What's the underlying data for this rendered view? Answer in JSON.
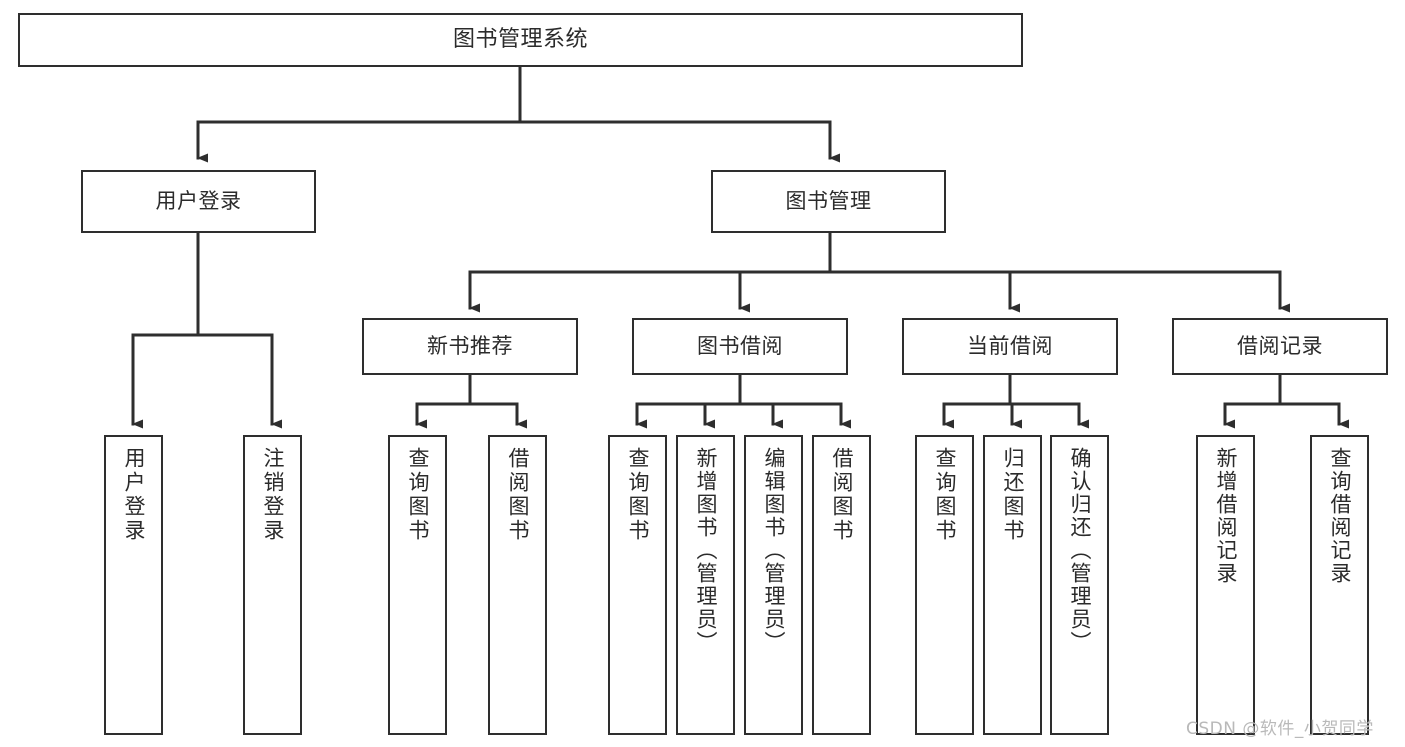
{
  "diagram": {
    "title": "图书管理系统",
    "type": "tree",
    "line_color": "#2e2e2e",
    "box_fill": "#ffffff",
    "text_color": "#2b2b2b",
    "watermark": "CSDN @软件_小贺同学",
    "nodes": {
      "root": {
        "label": "图书管理系统"
      },
      "level2": [
        {
          "label": "用户登录"
        },
        {
          "label": "图书管理"
        }
      ],
      "level3": [
        {
          "label": "新书推荐"
        },
        {
          "label": "图书借阅"
        },
        {
          "label": "当前借阅"
        },
        {
          "label": "借阅记录"
        }
      ],
      "leaves": {
        "user_login": [
          {
            "label": "用户登录"
          },
          {
            "label": "注销登录"
          }
        ],
        "new_book": [
          {
            "label": "查询图书"
          },
          {
            "label": "借阅图书"
          }
        ],
        "book_borrow": [
          {
            "label": "查询图书"
          },
          {
            "label": "新增图书（管理员）"
          },
          {
            "label": "编辑图书（管理员）"
          },
          {
            "label": "借阅图书"
          }
        ],
        "current_borrow": [
          {
            "label": "查询图书"
          },
          {
            "label": "归还图书"
          },
          {
            "label": "确认归还（管理员）"
          }
        ],
        "borrow_record": [
          {
            "label": "新增借阅记录"
          },
          {
            "label": "查询借阅记录"
          }
        ]
      }
    }
  }
}
